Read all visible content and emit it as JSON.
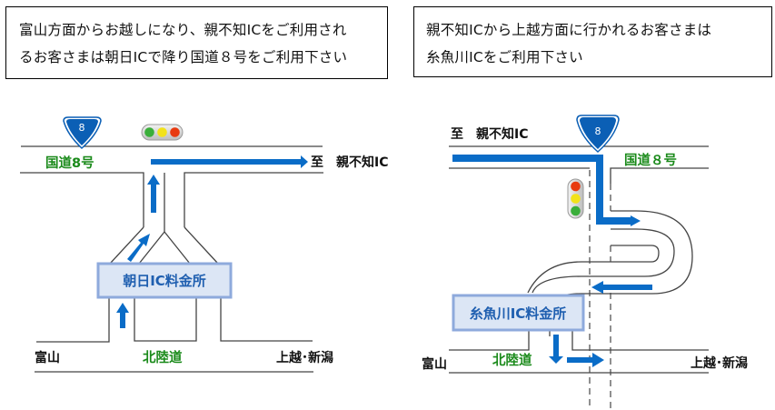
{
  "colors": {
    "route_blue": "#0a6cc7",
    "green_label": "#1a8a1a",
    "toll_fill": "#dce6f5",
    "toll_border": "#8eaadc",
    "toll_text": "#1f5fb0",
    "shield_blue": "#0b5fb5",
    "signal_red": "#e83a10",
    "signal_yellow": "#f2e21a",
    "signal_green": "#3aae3a"
  },
  "left_panel": {
    "note_lines": [
      "富山方面からお越しになり、親不知ICをご利用され",
      "るお客さまは朝日ICで降り国道８号をご利用下さい"
    ],
    "route_shield_number": "8",
    "national_road_label": "国道8号",
    "destination_label": "至　親不知IC",
    "toll_booth_label": "朝日IC料金所",
    "expressway_label": "北陸道",
    "west_label": "富山",
    "east_label": "上越･新潟",
    "signal_icon": "traffic-light-horizontal"
  },
  "right_panel": {
    "note_lines": [
      "親不知ICから上越方面に行かれるお客さまは",
      "糸魚川ICをご利用下さい"
    ],
    "route_shield_number": "8",
    "national_road_label": "国道８号",
    "origin_label": "至　親不知IC",
    "toll_booth_label": "糸魚川IC料金所",
    "expressway_label": "北陸道",
    "west_label": "富山",
    "east_label": "上越･新潟",
    "signal_icon": "traffic-light-vertical"
  }
}
